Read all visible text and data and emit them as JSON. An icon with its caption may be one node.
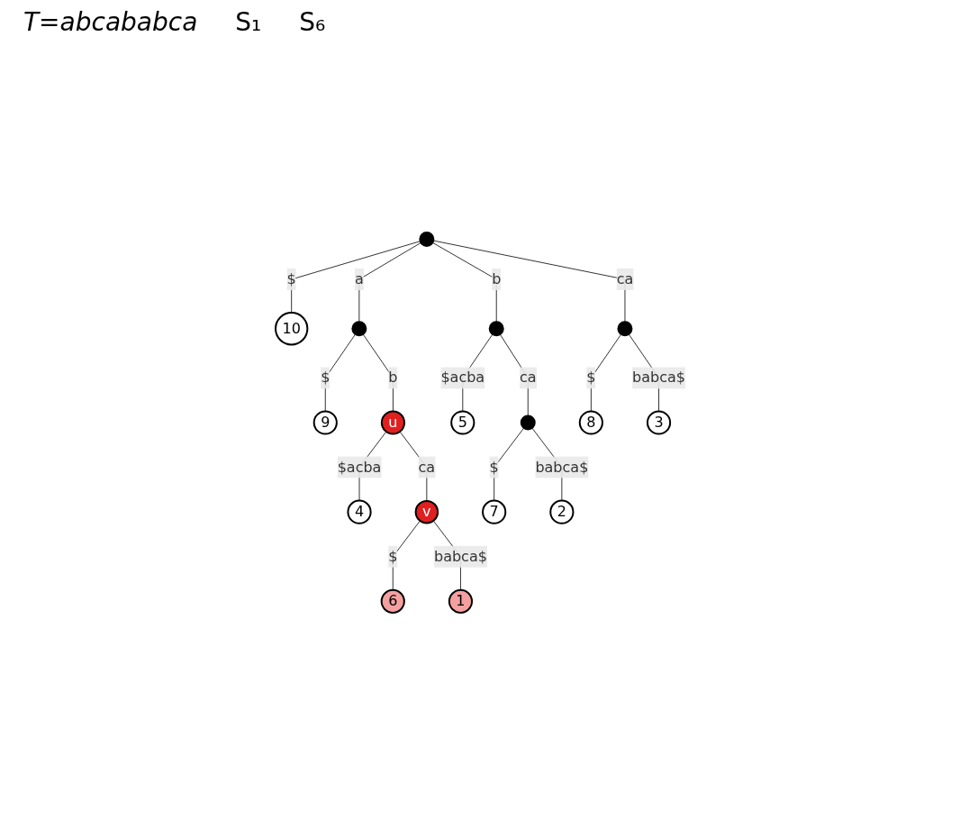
{
  "diagram": {
    "nodes": [
      {
        "text": [],
        "shape": "circle"
      },
      {
        "text": [
          "10"
        ]
      },
      {
        "text": [],
        "shape": "circle"
      },
      {
        "text": [],
        "shape": "circle"
      },
      {
        "text": [],
        "shape": "circle"
      },
      {
        "text": [
          "9"
        ]
      },
      {
        "text": [
          "u"
        ]
      },
      {
        "text": [
          "4"
        ]
      },
      {
        "text": [
          "v"
        ]
      },
      {
        "text": [
          "6"
        ]
      },
      {
        "text": [
          "1"
        ]
      },
      {
        "text": [
          "5"
        ]
      },
      {
        "text": [],
        "shape": "circle"
      },
      {
        "text": [
          "7"
        ]
      },
      {
        "text": [
          "2"
        ]
      },
      {
        "text": [
          "8"
        ]
      },
      {
        "text": [
          "3"
        ]
      }
    ],
    "edges": [
      {
        "from": 0,
        "to": 1,
        "arrow": "none",
        "label": "$"
      },
      {
        "from": 0,
        "to": 2,
        "arrow": "none",
        "label": "a"
      },
      {
        "from": 0,
        "to": 3,
        "arrow": "none",
        "label": "b"
      },
      {
        "from": 0,
        "to": 4,
        "arrow": "none",
        "label": "ca"
      },
      {
        "from": 2,
        "to": 5,
        "arrow": "none",
        "label": "$"
      },
      {
        "from": 2,
        "to": 6,
        "arrow": "none",
        "label": "b"
      },
      {
        "from": 6,
        "to": 7,
        "arrow": "none",
        "label": "$acba"
      },
      {
        "from": 6,
        "to": 8,
        "arrow": "none",
        "label": "ca"
      },
      {
        "from": 8,
        "to": 9,
        "arrow": "none",
        "label": "$"
      },
      {
        "from": 8,
        "to": 10,
        "arrow": "none",
        "label": "babca$"
      },
      {
        "from": 3,
        "to": 11,
        "arrow": "none",
        "label": "$acba"
      },
      {
        "from": 3,
        "to": 12,
        "arrow": "none",
        "label": "ca"
      },
      {
        "from": 12,
        "to": 13,
        "arrow": "none",
        "label": "$"
      },
      {
        "from": 12,
        "to": 14,
        "arrow": "none",
        "label": "babca$"
      },
      {
        "from": 4,
        "to": 15,
        "arrow": "none",
        "label": "$"
      },
      {
        "from": 4,
        "to": 16,
        "arrow": "none",
        "label": "babca$"
      }
    ],
    "labels": [
      "T=abcababca",
      "S₁",
      "S₆"
    ]
  }
}
